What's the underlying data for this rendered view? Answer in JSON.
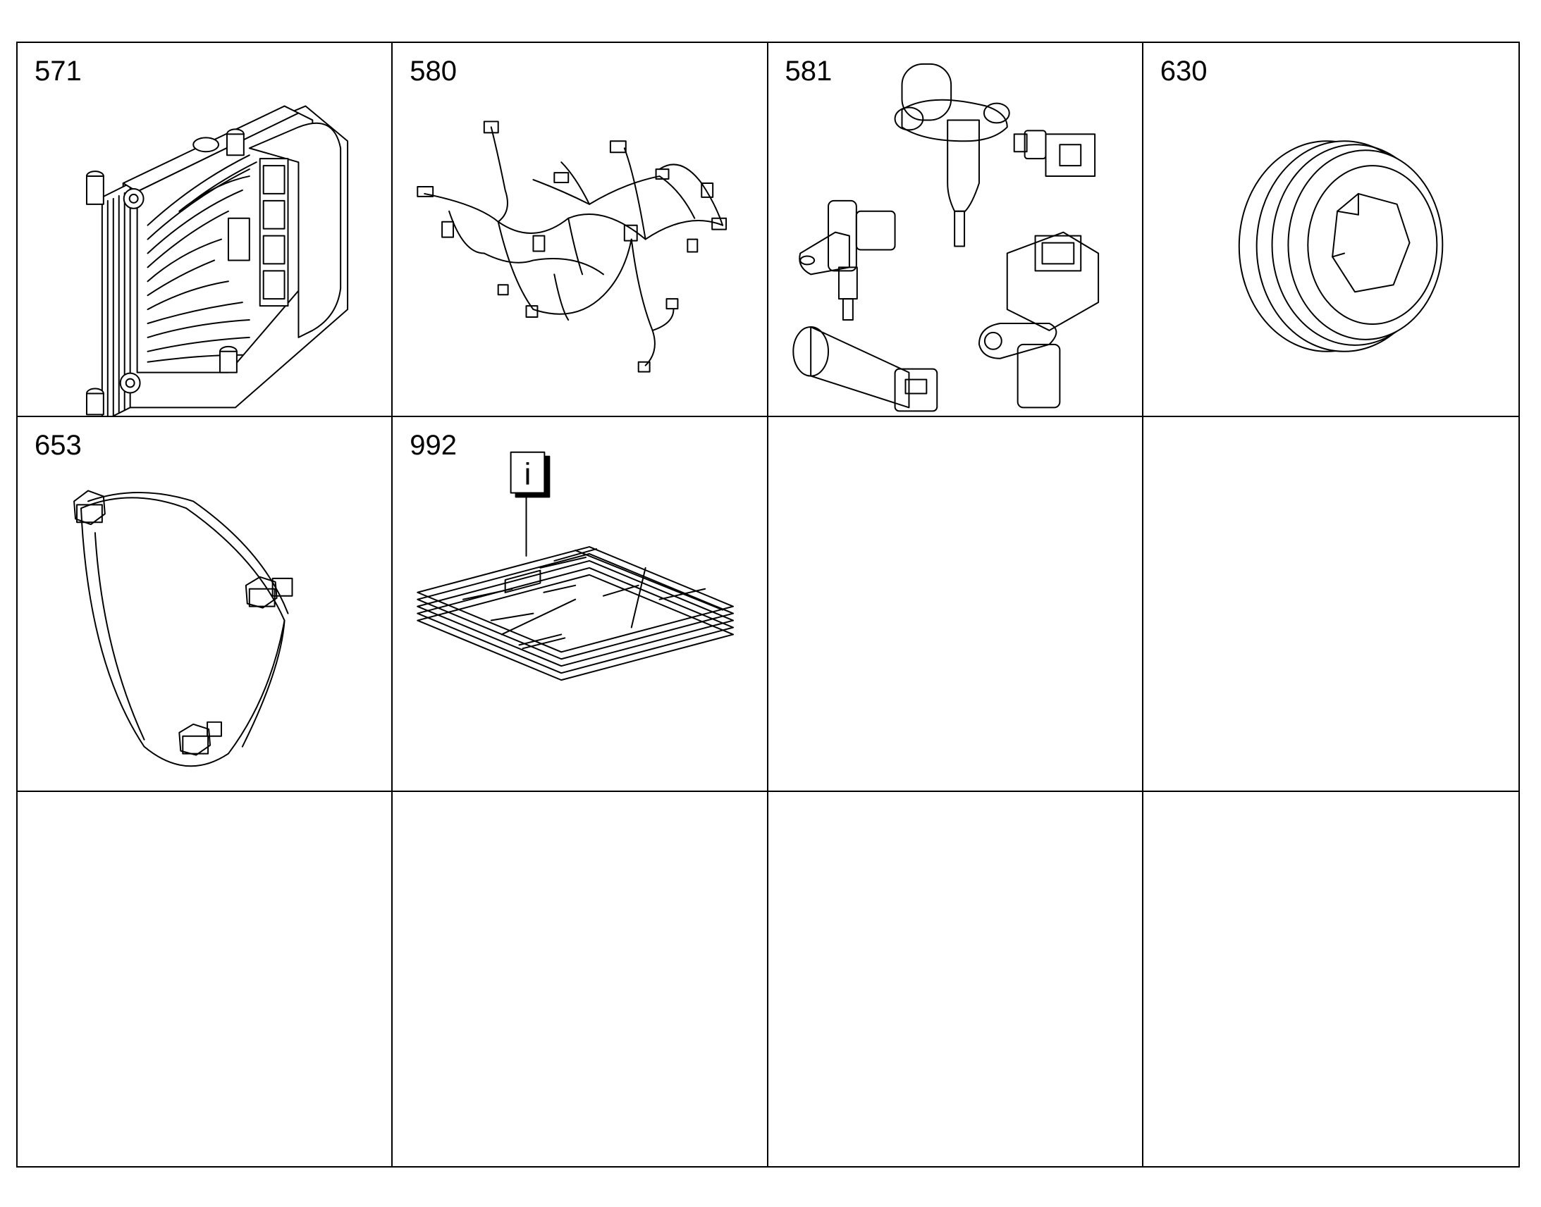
{
  "cells": [
    {
      "number": "571",
      "icon": "engine-control-module-icon"
    },
    {
      "number": "580",
      "icon": "wiring-harness-icon"
    },
    {
      "number": "581",
      "icon": "sensors-icon"
    },
    {
      "number": "630",
      "icon": "hex-plug-icon"
    },
    {
      "number": "653",
      "icon": "cover-plate-icon"
    },
    {
      "number": "992",
      "icon": "wiring-diagram-document-icon",
      "info_label": "i"
    },
    {
      "number": "",
      "icon": ""
    },
    {
      "number": "",
      "icon": ""
    },
    {
      "number": "",
      "icon": ""
    },
    {
      "number": "",
      "icon": ""
    },
    {
      "number": "",
      "icon": ""
    },
    {
      "number": "",
      "icon": ""
    }
  ]
}
